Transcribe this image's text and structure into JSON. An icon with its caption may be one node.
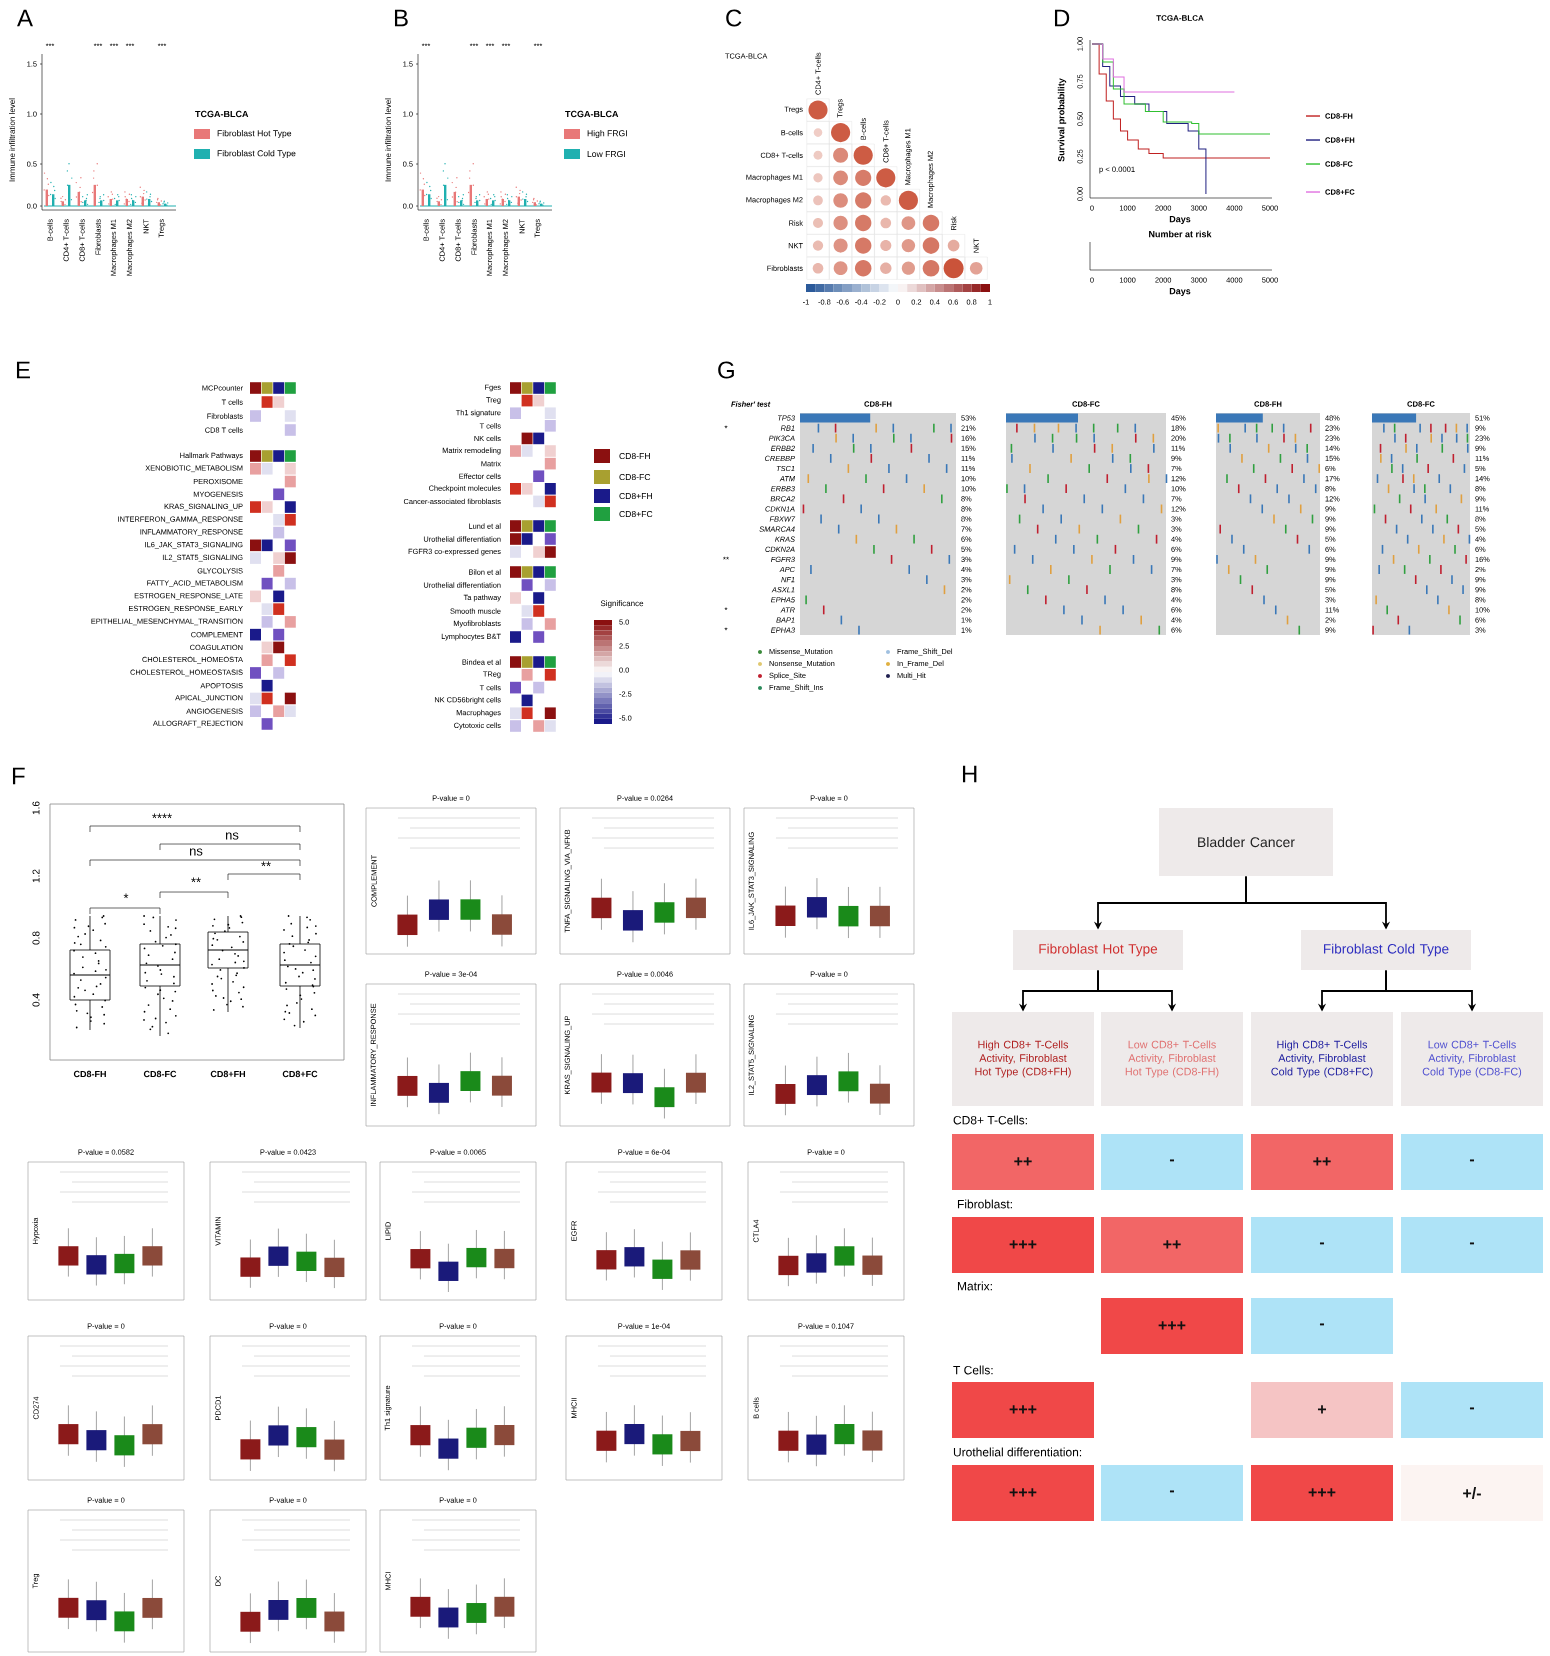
{
  "diagram": {
    "nodes": [
      {
        "text": [
          "Bladder Cancer"
        ]
      },
      {
        "text": [
          "Fibroblast Hot Type"
        ]
      },
      {
        "text": [
          "Fibroblast Cold Type"
        ]
      },
      {
        "text": [
          "High CD8+ T-Cells Activity, Fibroblast Hot Type (CD8+FH)"
        ]
      },
      {
        "text": [
          "Low CD8+ T-Cells Activity, Fibroblast Hot Type (CD8-FH)"
        ]
      },
      {
        "text": [
          "High CD8+ T-Cells Activity, Fibroblast Cold Type (CD8+FC)"
        ]
      },
      {
        "text": [
          "Low CD8+ T-Cells Activity, Fibroblast Cold Type (CD8-FC)"
        ]
      },
      {
        "text": [
          "++"
        ]
      },
      {
        "text": [
          "-"
        ]
      },
      {
        "text": [
          "++"
        ]
      },
      {
        "text": [
          "-"
        ]
      },
      {
        "text": [
          "+++"
        ]
      },
      {
        "text": [
          "++"
        ]
      },
      {
        "text": [
          "-"
        ]
      },
      {
        "text": [
          "-"
        ]
      },
      {
        "text": [
          "+++"
        ]
      },
      {
        "text": [
          "-"
        ]
      },
      {
        "text": [
          "+++"
        ]
      },
      {
        "text": [
          "+"
        ]
      },
      {
        "text": [
          "-"
        ]
      },
      {
        "text": [
          "+++"
        ]
      },
      {
        "text": [
          "-"
        ]
      },
      {
        "text": [
          "+++"
        ]
      },
      {
        "text": [
          "+/-"
        ]
      }
    ],
    "edges": [
      {
        "from": 0,
        "to": 1,
        "arrow": "to"
      },
      {
        "from": 0,
        "to": 2,
        "arrow": "to"
      },
      {
        "from": 1,
        "to": 3,
        "arrow": "to"
      },
      {
        "from": 1,
        "to": 4,
        "arrow": "to"
      },
      {
        "from": 2,
        "to": 5,
        "arrow": "to"
      },
      {
        "from": 2,
        "to": 6,
        "arrow": "to"
      }
    ],
    "labels": [
      "A",
      "***",
      "***",
      "***",
      "***",
      "***",
      "Immune infiltration level",
      "0.0",
      "0.5",
      "1.0",
      "1.5",
      "B-cells",
      "CD4+ T-cells",
      "CD8+ T-cells",
      "Fibroblasts",
      "Macrophages M1",
      "Macrophages M2",
      "NKT",
      "Tregs",
      "TCGA-BLCA",
      "B",
      "***",
      "***",
      "***",
      "***",
      "***",
      "Immune infiltration level",
      "0.0",
      "0.5",
      "1.0",
      "1.5",
      "B-cells",
      "CD4+ T-cells",
      "CD8+ T-cells",
      "Fibroblasts",
      "Macrophages M1",
      "Macrophages M2",
      "NKT",
      "Tregs",
      "TCGA-BLCA",
      "C",
      "TCGA-BLCA",
      "Tregs",
      "B-cells",
      "CD8+ T-cells",
      "Macrophages M1",
      "Macrophages M2",
      "Risk",
      "NKT",
      "Fibroblasts",
      "CD4+ T-cells",
      "Tregs",
      "B-cells",
      "CD8+ T-cells",
      "Macrophages M1",
      "Macrophages M2",
      "Risk",
      "NKT",
      "-1",
      "-0.8",
      "-0.6",
      "-0.4",
      "-0.2",
      "0",
      "0.2",
      "0.4",
      "0.6",
      "0.8",
      "1",
      "D",
      "TCGA-BLCA",
      "Survival probability",
      "0.00",
      "0.25",
      "0.50",
      "0.75",
      "1.00",
      "p < 0.0001",
      "0",
      "1000",
      "2000",
      "3000",
      "4000",
      "5000",
      "Days",
      "Number at risk",
      "0",
      "1000",
      "2000",
      "3000",
      "4000",
      "5000",
      "Days",
      "E",
      "MCPcounter",
      "T cells",
      "Fibroblasts",
      "CD8 T cells",
      "Hallmark Pathways",
      "XENOBIOTIC_METABOLISM",
      "PEROXISOME",
      "MYOGENESIS",
      "KRAS_SIGNALING_UP",
      "INTERFERON_GAMMA_RESPONSE",
      "INFLAMMATORY_RESPONSE",
      "IL6_JAK_STAT3_SIGNALING",
      "IL2_STAT5_SIGNALING",
      "GLYCOLYSIS",
      "FATTY_ACID_METABOLISM",
      "ESTROGEN_RESPONSE_LATE",
      "ESTROGEN_RESPONSE_EARLY",
      "EPITHELIAL_MESENCHYMAL_TRANSITION",
      "COMPLEMENT",
      "COAGULATION",
      "CHOLESTEROL_HOMEOSTA",
      "CHOLESTEROL_HOMEOSTASIS",
      "APOPTOSIS",
      "APICAL_JUNCTION",
      "ANGIOGENESIS",
      "ALLOGRAFT_REJECTION",
      "Fges",
      "Treg",
      "Th1 signature",
      "T cells",
      "NK cells",
      "Matrix remodeling",
      "Matrix",
      "Effector cells",
      "Checkpoint molecules",
      "Cancer-associated fibroblasts",
      "Lund et al",
      "Urothelial differentiation",
      "FGFR3 co-expressed genes",
      "Bilon et al",
      "Urothelial differentiation",
      "Ta pathway",
      "Smooth muscle",
      "Myofibroblasts",
      "Lymphocytes B&T",
      "Bindea et al",
      "TReg",
      "T cells",
      "NK CD56bright cells",
      "Macrophages",
      "Cytotoxic cells",
      "Significance",
      "5.0",
      "2.5",
      "0.0",
      "-2.5",
      "-5.0",
      "G",
      "Fisher' test",
      "CD8-FH",
      "CD8-FC",
      "CD8-FH",
      "CD8-FC",
      "TP53",
      "RB1",
      "PIK3CA",
      "ERBB2",
      "CREBBP",
      "TSC1",
      "ATM",
      "ERBB3",
      "BRCA2",
      "CDKN1A",
      "FBXW7",
      "SMARCA4",
      "KRAS",
      "CDKN2A",
      "FGFR3",
      "APC",
      "NF1",
      "ASXL1",
      "EPHA5",
      "ATR",
      "BAP1",
      "EPHA3",
      "*",
      "**",
      "*",
      "*",
      "53%",
      "21%",
      "16%",
      "15%",
      "11%",
      "11%",
      "10%",
      "10%",
      "8%",
      "8%",
      "8%",
      "7%",
      "6%",
      "5%",
      "3%",
      "4%",
      "3%",
      "2%",
      "2%",
      "2%",
      "1%",
      "1%",
      "45%",
      "18%",
      "20%",
      "11%",
      "9%",
      "7%",
      "12%",
      "10%",
      "7%",
      "12%",
      "3%",
      "3%",
      "4%",
      "6%",
      "9%",
      "7%",
      "3%",
      "8%",
      "4%",
      "6%",
      "4%",
      "6%",
      "48%",
      "23%",
      "23%",
      "14%",
      "15%",
      "6%",
      "17%",
      "8%",
      "12%",
      "9%",
      "9%",
      "9%",
      "5%",
      "6%",
      "9%",
      "9%",
      "9%",
      "5%",
      "3%",
      "11%",
      "2%",
      "9%",
      "51%",
      "9%",
      "23%",
      "9%",
      "11%",
      "5%",
      "14%",
      "8%",
      "9%",
      "11%",
      "8%",
      "5%",
      "4%",
      "6%",
      "16%",
      "2%",
      "9%",
      "9%",
      "8%",
      "10%",
      "6%",
      "3%",
      "F",
      "1.6",
      "1.2",
      "0.8",
      "0.4",
      "****",
      "ns",
      "ns",
      "**",
      "**",
      "*",
      "CD8-FH",
      "CD8-FC",
      "CD8+FH",
      "CD8+FC",
      "P-value = 0",
      "COMPLEMENT",
      "P-value = 0.0264",
      "TNFA_SIGNALING_VIA_NFKB",
      "P-value = 0",
      "IL6_JAK_STAT3_SIGNALING",
      "P-value = 3e-04",
      "INFLAMMATORY_RESPONSE",
      "P-value = 0.0046",
      "KRAS_SIGNALING_UP",
      "P-value = 0",
      "IL2_STAT5_SIGNALING",
      "P-value = 0.0582",
      "Hypoxia",
      "P-value = 0.0423",
      "VITAMIN",
      "P-value = 0.0065",
      "LIPID",
      "P-value = 6e-04",
      "EGFR",
      "P-value = 0",
      "CTLA4",
      "P-value = 0",
      "CD274",
      "P-value = 0",
      "PDCD1",
      "P-value = 0",
      "Th1 signature",
      "P-value = 1e-04",
      "MHCII",
      "P-value = 0.1047",
      "B cells",
      "P-value = 0",
      "Treg",
      "P-value = 0",
      "DC",
      "P-value = 0",
      "MHCI",
      "H",
      "CD8+ T-Cells:",
      "Fibroblast:",
      "Matrix:",
      "T Cells:",
      "Urothelial differentiation:"
    ],
    "legend": [
      {
        "text": "Fibroblast Hot Type",
        "color": "#e87878"
      },
      {
        "text": "Fibroblast Cold Type",
        "color": "#20b0b0"
      },
      {
        "text": "High FRGI",
        "color": "#e87878"
      },
      {
        "text": "Low FRGI",
        "color": "#20b0b0"
      },
      {
        "text": "CD8-FH"
      },
      {
        "text": "CD8+FH"
      },
      {
        "text": "CD8-FC"
      },
      {
        "text": "CD8+FC"
      },
      {
        "text": "CD8-FH",
        "color": "#8b1010"
      },
      {
        "text": "CD8-FC",
        "color": "#a8a030"
      },
      {
        "text": "CD8+FH",
        "color": "#1a1a8a"
      },
      {
        "text": "CD8+FC",
        "color": "#20a040"
      },
      {
        "text": "Missense_Mutation",
        "color": "#3a8a3a"
      },
      {
        "text": "Nonsense_Mutation",
        "color": "#e0c870"
      },
      {
        "text": "Splice_Site",
        "color": "#c02030"
      },
      {
        "text": "Frame_Shift_Ins",
        "color": "#2a8a5a"
      },
      {
        "text": "Frame_Shift_Del",
        "color": "#a0c0e0"
      },
      {
        "text": "In_Frame_Del",
        "color": "#e0b040"
      },
      {
        "text": "Multi_Hit",
        "color": "#202050"
      }
    ]
  }
}
